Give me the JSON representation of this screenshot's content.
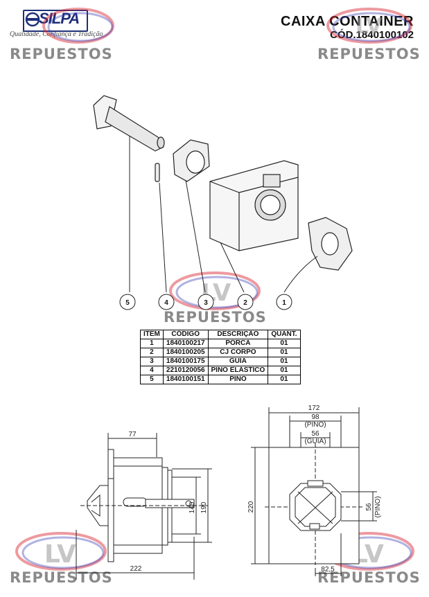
{
  "header": {
    "logo_text": "SILPA",
    "slogan": "Qualidade, Confiança e Tradição",
    "title": "CAIXA CONTAINER",
    "code": "CÓD.1840100102"
  },
  "watermark": {
    "logo_letters": "LV",
    "text": "REPUESTOS",
    "color_red": "#d8202a",
    "color_blue": "#3b3fb3"
  },
  "callouts": [
    "5",
    "4",
    "3",
    "2",
    "1"
  ],
  "parts_table": {
    "headers": [
      "ITEM",
      "CÓDIGO",
      "DESCRIÇÃO",
      "QUANT."
    ],
    "rows": [
      [
        "1",
        "1840100217",
        "PORCA",
        "01"
      ],
      [
        "2",
        "1840100205",
        "CJ CORPO",
        "01"
      ],
      [
        "3",
        "1840100175",
        "GUIA",
        "01"
      ],
      [
        "4",
        "2210120056",
        "PINO ELÁSTICO",
        "01"
      ],
      [
        "5",
        "1840100151",
        "PINO",
        "01"
      ]
    ]
  },
  "dimensions": {
    "side": {
      "top": "77",
      "h140": "140",
      "h190": "190",
      "bottom": "222"
    },
    "front": {
      "w172": "172",
      "w98": "98",
      "pino": "(PINO)",
      "w56": "56",
      "guia": "(GUIA)",
      "h220": "220",
      "r56": "56",
      "r_pino": "(PINO)",
      "b82": "82,5"
    }
  }
}
